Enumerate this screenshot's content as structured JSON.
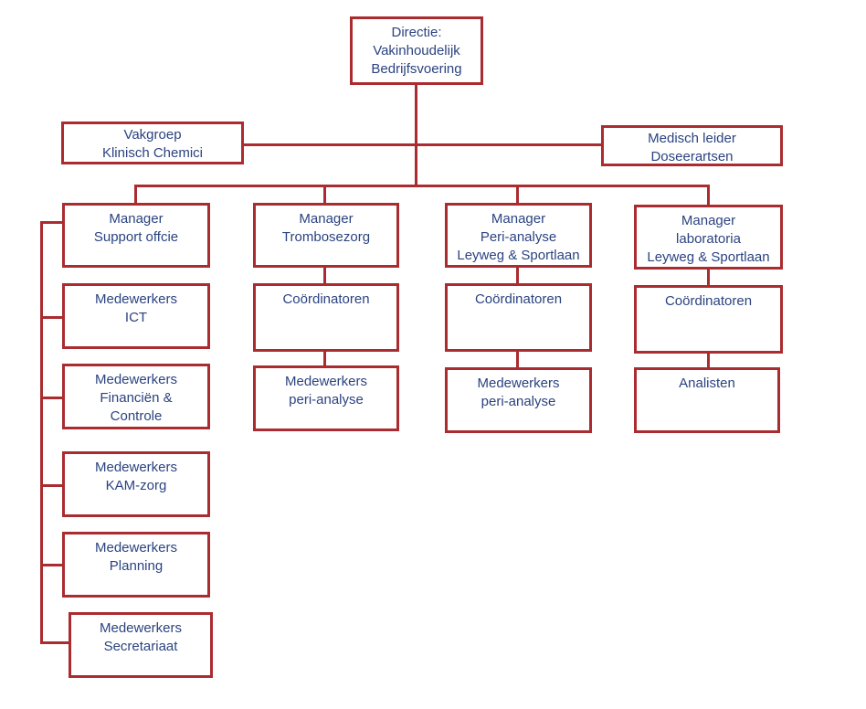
{
  "diagram": {
    "type": "org-chart",
    "colors": {
      "box_border": "#AA2C30",
      "connector": "#AA2C30",
      "text": "#2B4380",
      "background": "#FFFFFF"
    },
    "nodes": {
      "directie": {
        "label": "Directie:\nVakinhoudelijk\nBedrijfsvoering"
      },
      "vakgroep": {
        "label": "Vakgroep\nKlinisch Chemici"
      },
      "medisch_leider": {
        "label": "Medisch leider\nDoseerartsen"
      },
      "manager_support": {
        "label": "Manager\nSupport offcie"
      },
      "manager_trombose": {
        "label": "Manager\nTrombosezorg"
      },
      "manager_peri": {
        "label": "Manager\nPeri-analyse\nLeyweg & Sportlaan"
      },
      "manager_lab": {
        "label": "Manager\nlaboratoria\nLeyweg & Sportlaan"
      },
      "medew_ict": {
        "label": "Medewerkers\nICT"
      },
      "medew_financien": {
        "label": "Medewerkers\nFinanciën &\nControle"
      },
      "medew_kam": {
        "label": "Medewerkers\nKAM-zorg"
      },
      "medew_planning": {
        "label": "Medewerkers\nPlanning"
      },
      "medew_secretariaat": {
        "label": "Medewerkers\nSecretariaat"
      },
      "coord_trombose": {
        "label": "Coördinatoren"
      },
      "coord_peri": {
        "label": "Coördinatoren"
      },
      "coord_lab": {
        "label": "Coördinatoren"
      },
      "medew_peri_trombose": {
        "label": "Medewerkers\nperi-analyse"
      },
      "medew_peri_peri": {
        "label": "Medewerkers\nperi-analyse"
      },
      "analisten": {
        "label": "Analisten"
      }
    }
  }
}
